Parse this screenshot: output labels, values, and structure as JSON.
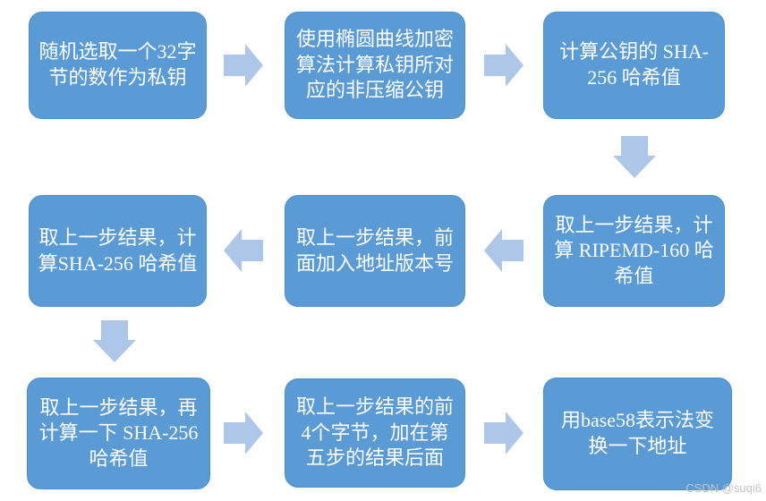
{
  "page": {
    "background": "#ffffff"
  },
  "colors": {
    "box_fill": "#5b9bd5",
    "box_border": "#4f8fca",
    "arrow_fill": "#aec6e7",
    "text": "#ffffff",
    "watermark": "#c3c3c7"
  },
  "flowchart": {
    "type": "process-flow",
    "steps": [
      {
        "id": 1,
        "text": "随机选取一个32字\n节的数作为私钥"
      },
      {
        "id": 2,
        "text": "使用椭圆曲线加密\n算法计算私钥所对\n应的非压缩公钥"
      },
      {
        "id": 3,
        "text": "计算公钥的 SHA-\n256 哈希值"
      },
      {
        "id": 4,
        "text": "取上一步结果，计\n算 RIPEMD-160 哈\n希值"
      },
      {
        "id": 5,
        "text": "取上一步结果，前\n面加入地址版本号"
      },
      {
        "id": 6,
        "text": "取上一步结果，计\n算SHA-256 哈希值"
      },
      {
        "id": 7,
        "text": "取上一步结果，再\n计算一下 SHA-256\n哈希值"
      },
      {
        "id": 8,
        "text": "取上一步结果的前\n4个字节，加在第\n五步的结果后面"
      },
      {
        "id": 9,
        "text": "用base58表示法变\n换一下地址"
      }
    ],
    "connectors": [
      {
        "from": 1,
        "to": 2,
        "direction": "right"
      },
      {
        "from": 2,
        "to": 3,
        "direction": "right"
      },
      {
        "from": 3,
        "to": 4,
        "direction": "down"
      },
      {
        "from": 4,
        "to": 5,
        "direction": "left"
      },
      {
        "from": 5,
        "to": 6,
        "direction": "left"
      },
      {
        "from": 6,
        "to": 7,
        "direction": "down"
      },
      {
        "from": 7,
        "to": 8,
        "direction": "right"
      },
      {
        "from": 8,
        "to": 9,
        "direction": "right"
      }
    ]
  },
  "watermark": {
    "text": "CSDN @suqi6"
  }
}
